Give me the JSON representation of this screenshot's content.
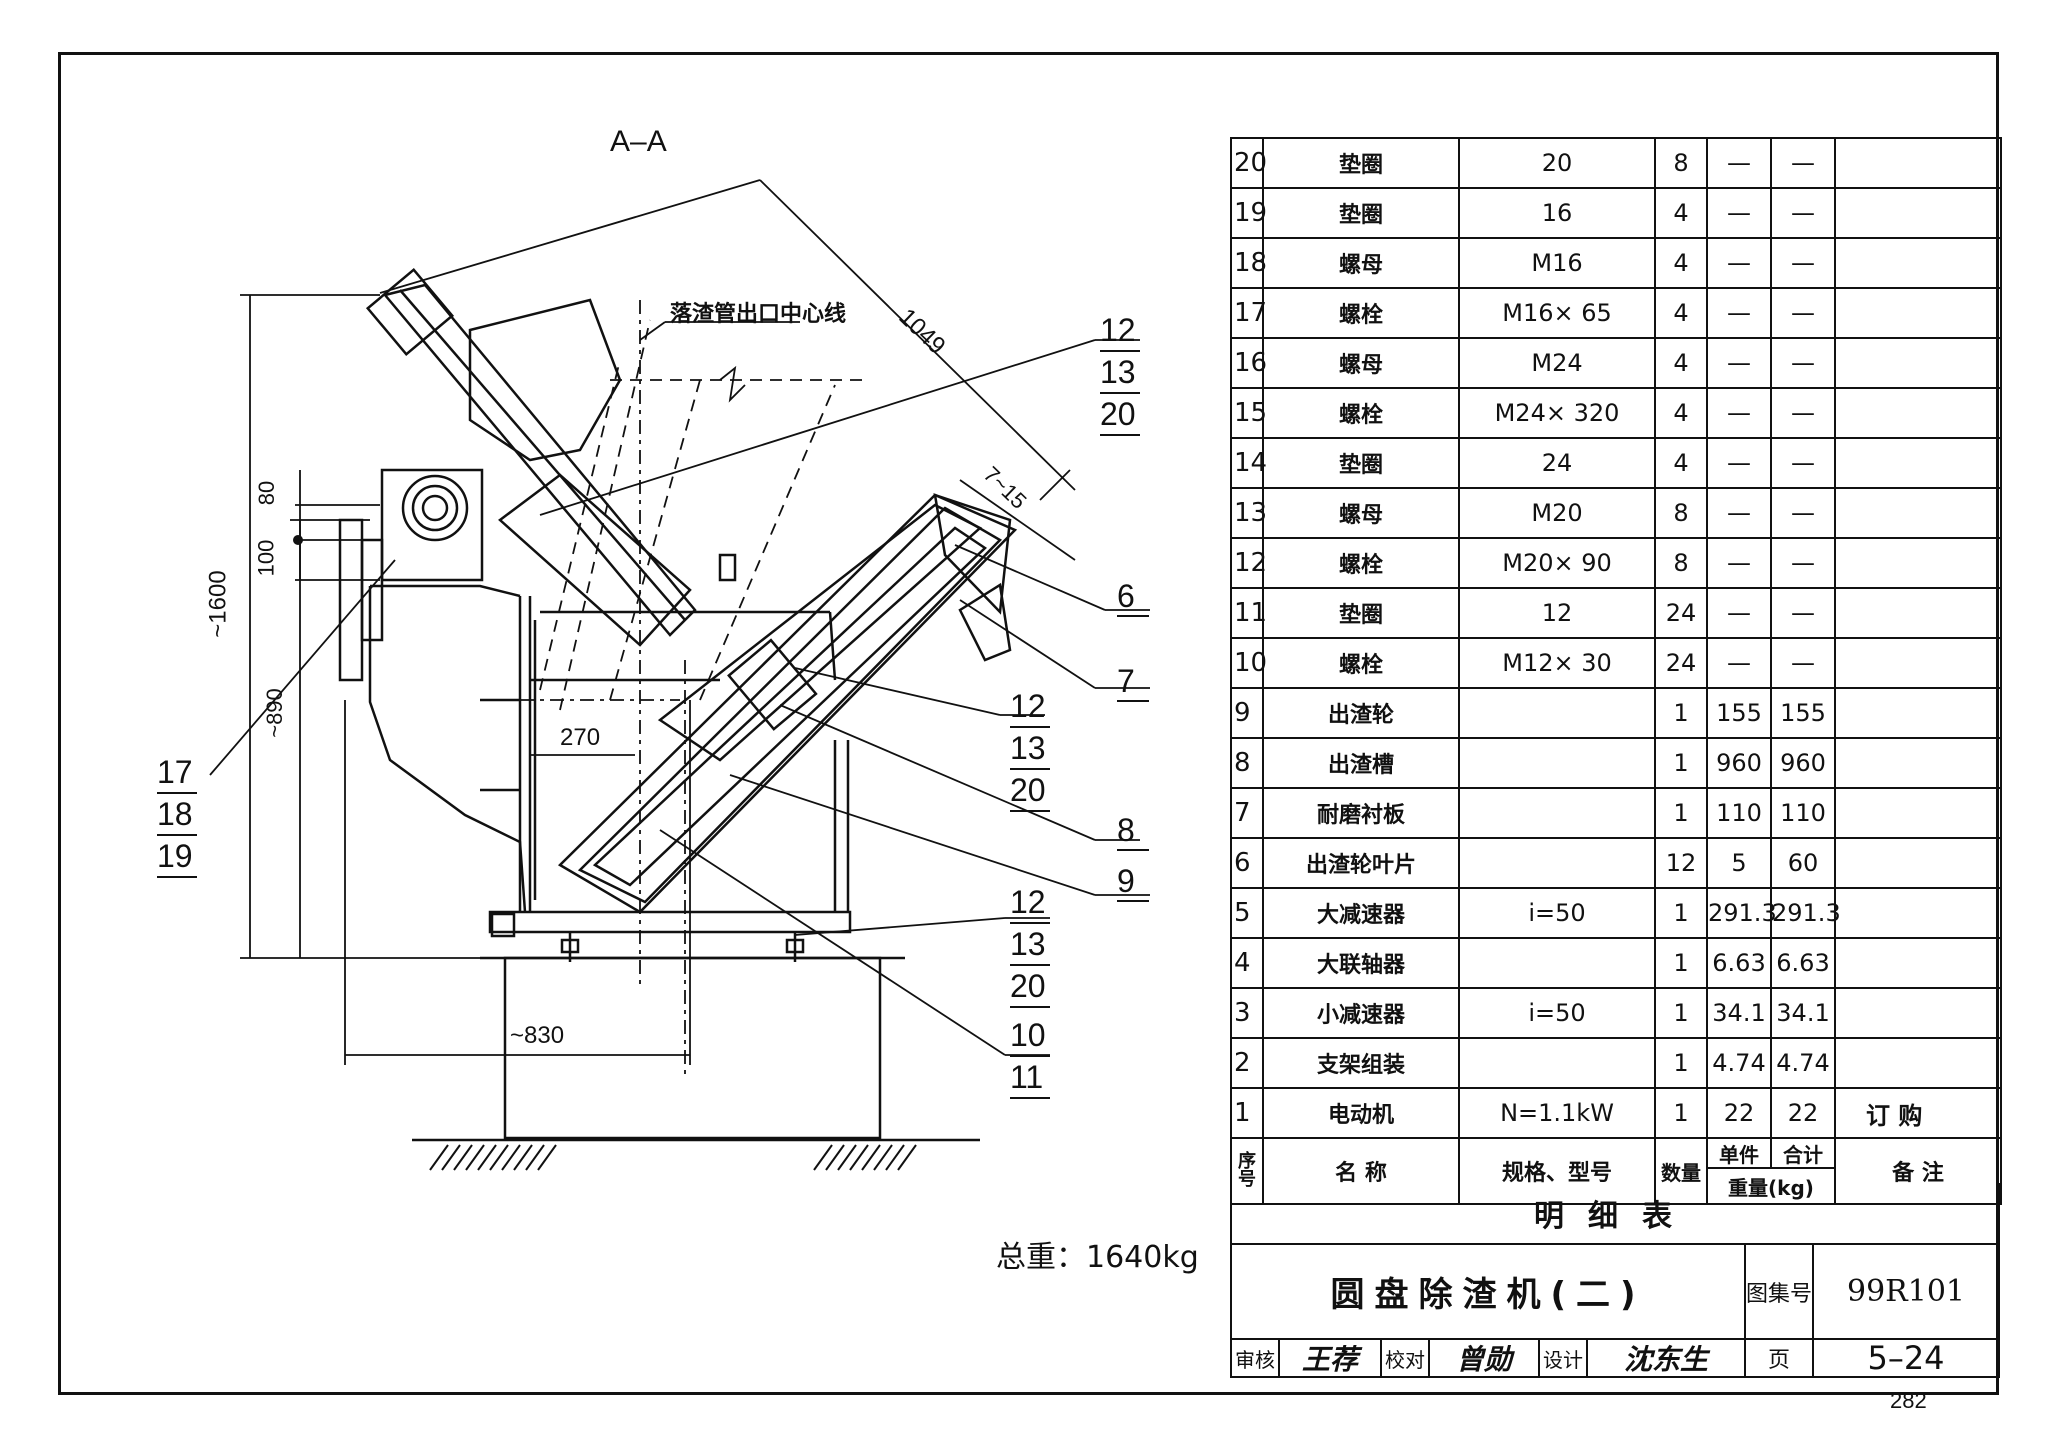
{
  "drawing": {
    "section_title": "A–A",
    "centerline_note": "落渣管出口中心线",
    "dims": {
      "d1049": "1049",
      "d7_15": "7~15",
      "d80": "80",
      "d100": "100",
      "d1600": "~1600",
      "d890": "~890",
      "d270": "270",
      "d830": "~830"
    },
    "callouts": {
      "g1": [
        "12",
        "13",
        "20"
      ],
      "g2": [
        "12",
        "13",
        "20"
      ],
      "g3": [
        "12",
        "13",
        "20"
      ],
      "g4": [
        "10",
        "11"
      ],
      "g5": [
        "17",
        "18",
        "19"
      ],
      "n6": "6",
      "n7": "7",
      "n8": "8",
      "n9": "9"
    },
    "total_weight": "总重：1640kg"
  },
  "parts_table": {
    "rows": [
      {
        "no": "20",
        "name": "垫圈",
        "spec": "20",
        "qty": "8",
        "unit": "—",
        "total": "—",
        "note": ""
      },
      {
        "no": "19",
        "name": "垫圈",
        "spec": "16",
        "qty": "4",
        "unit": "—",
        "total": "—",
        "note": ""
      },
      {
        "no": "18",
        "name": "螺母",
        "spec": "M16",
        "qty": "4",
        "unit": "—",
        "total": "—",
        "note": ""
      },
      {
        "no": "17",
        "name": "螺栓",
        "spec": "M16× 65",
        "qty": "4",
        "unit": "—",
        "total": "—",
        "note": ""
      },
      {
        "no": "16",
        "name": "螺母",
        "spec": "M24",
        "qty": "4",
        "unit": "—",
        "total": "—",
        "note": ""
      },
      {
        "no": "15",
        "name": "螺栓",
        "spec": "M24× 320",
        "qty": "4",
        "unit": "—",
        "total": "—",
        "note": ""
      },
      {
        "no": "14",
        "name": "垫圈",
        "spec": "24",
        "qty": "4",
        "unit": "—",
        "total": "—",
        "note": ""
      },
      {
        "no": "13",
        "name": "螺母",
        "spec": "M20",
        "qty": "8",
        "unit": "—",
        "total": "—",
        "note": ""
      },
      {
        "no": "12",
        "name": "螺栓",
        "spec": "M20× 90",
        "qty": "8",
        "unit": "—",
        "total": "—",
        "note": ""
      },
      {
        "no": "11",
        "name": "垫圈",
        "spec": "12",
        "qty": "24",
        "unit": "—",
        "total": "—",
        "note": ""
      },
      {
        "no": "10",
        "name": "螺栓",
        "spec": "M12× 30",
        "qty": "24",
        "unit": "—",
        "total": "—",
        "note": ""
      },
      {
        "no": "9",
        "name": "出渣轮",
        "spec": "",
        "qty": "1",
        "unit": "155",
        "total": "155",
        "note": ""
      },
      {
        "no": "8",
        "name": "出渣槽",
        "spec": "",
        "qty": "1",
        "unit": "960",
        "total": "960",
        "note": ""
      },
      {
        "no": "7",
        "name": "耐磨衬板",
        "spec": "",
        "qty": "1",
        "unit": "110",
        "total": "110",
        "note": ""
      },
      {
        "no": "6",
        "name": "出渣轮叶片",
        "spec": "",
        "qty": "12",
        "unit": "5",
        "total": "60",
        "note": ""
      },
      {
        "no": "5",
        "name": "大减速器",
        "spec": "i=50",
        "qty": "1",
        "unit": "291.3",
        "total": "291.3",
        "note": ""
      },
      {
        "no": "4",
        "name": "大联轴器",
        "spec": "",
        "qty": "1",
        "unit": "6.63",
        "total": "6.63",
        "note": ""
      },
      {
        "no": "3",
        "name": "小减速器",
        "spec": "i=50",
        "qty": "1",
        "unit": "34.1",
        "total": "34.1",
        "note": ""
      },
      {
        "no": "2",
        "name": "支架组装",
        "spec": "",
        "qty": "1",
        "unit": "4.74",
        "total": "4.74",
        "note": ""
      },
      {
        "no": "1",
        "name": "电动机",
        "spec": "N=1.1kW",
        "qty": "1",
        "unit": "22",
        "total": "22",
        "note": "订 购"
      }
    ],
    "header": {
      "no": "序号",
      "name": "名  称",
      "spec": "规格、型号",
      "qty": "数量",
      "unit": "单件",
      "total": "合计",
      "weight": "重量(kg)",
      "note": "备  注"
    },
    "caption": "明细表"
  },
  "title_block": {
    "title": "圆盘除渣机(二)",
    "atlas_label": "图集号",
    "atlas_no": "99R101",
    "page_label": "页",
    "page_no": "5–24",
    "review_label": "审核",
    "review_sig": "王荐",
    "check_label": "校对",
    "check_sig": "曾勋",
    "design_label": "设计",
    "design_sig": "沈东生",
    "sheet_no": "282"
  }
}
